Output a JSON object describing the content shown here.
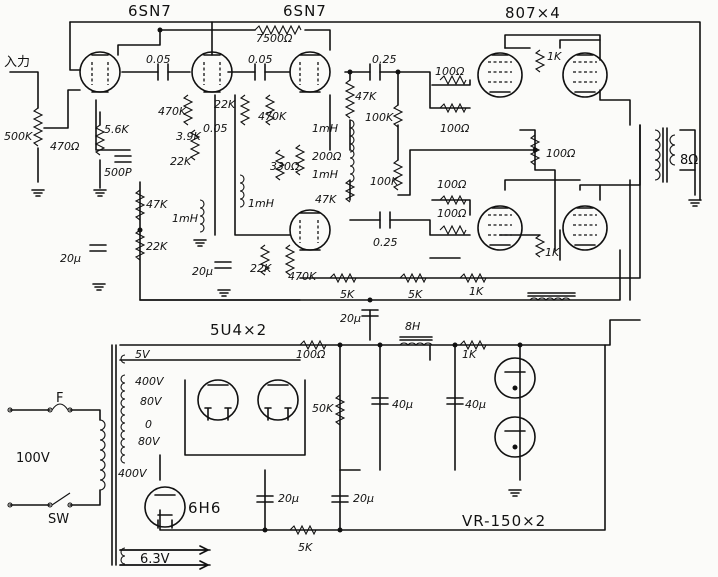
{
  "tubes": {
    "v1": "6SN7",
    "v2": "6SN7",
    "output": "807×4",
    "rectifier": "5U4×2",
    "diode": "6H6",
    "regulator": "VR-150×2"
  },
  "labels": {
    "input": "入力",
    "out_imp": "8Ω",
    "mains_v": "100V",
    "fuse": "F",
    "switch": "SW",
    "heater": "6.3V",
    "choke": "8H",
    "t5v": "5V",
    "t400a": "400V",
    "t80a": "80V",
    "t0": "0",
    "t80b": "80V",
    "t400b": "400V"
  },
  "values": {
    "vr_in": "500K",
    "r470": "470Ω",
    "c0_05a": "0.05",
    "c0_05b": "0.05",
    "c0_05c": "0.05",
    "r7500": "7500Ω",
    "c0_25a": "0.25",
    "c0_25b": "0.25",
    "r100a": "100Ω",
    "r100b": "100Ω",
    "r100c": "100Ω",
    "r100d": "100Ω",
    "r1ka": "1K",
    "r1kb": "1K",
    "r1kc": "1K",
    "r1kd": "1K",
    "vr100": "100Ω",
    "r5_6k": "5.6K",
    "c500": "500P",
    "r470k_a": "470K",
    "r3_9k": "3.9K",
    "r22k_a": "22K",
    "r22k_b": "22K",
    "r22k_c": "22K",
    "r22k_d": "22K",
    "r470k_b": "470K",
    "r470k_c": "470K",
    "r47k_a": "47K",
    "r47k_b": "47K",
    "r47k_c": "47K",
    "l1mh_a": "1mH",
    "l1mh_b": "1mH",
    "l1mh_c": "1mH",
    "l1mh_d": "1mH",
    "r330": "330Ω",
    "vr200": "200Ω",
    "r100k_a": "100K",
    "r100k_b": "100K",
    "c20a": "20μ",
    "c20b": "20μ",
    "c20c": "20μ",
    "c20d": "20μ",
    "c20e": "20μ",
    "r5k_a": "5K",
    "r5k_b": "5K",
    "r5k_c": "5K",
    "r100ps": "100Ω",
    "r50k": "50K",
    "c40a": "40μ",
    "c40b": "40μ"
  }
}
